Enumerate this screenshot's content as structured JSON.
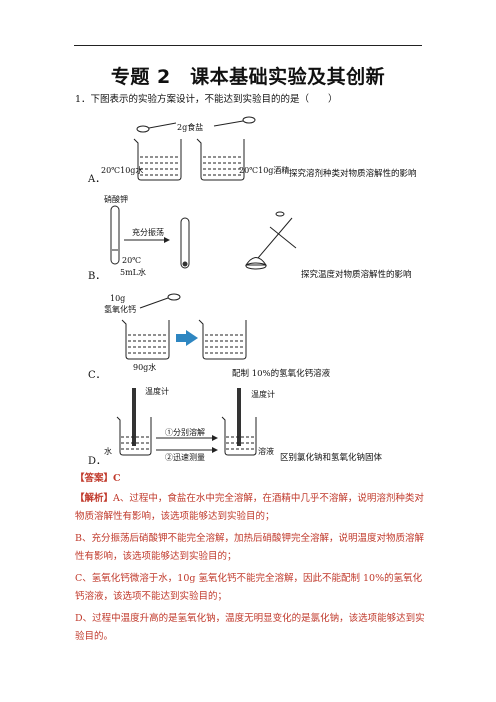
{
  "title": "专题 2　课本基础实验及其创新",
  "question": {
    "stem": "1．下图表示的实验方案设计，不能达到实验目的的是（　　）",
    "options": [
      {
        "letter": "A．",
        "caption": "探究溶剂种类对物质溶解性的影响",
        "labels": {
          "salt": "2g食盐",
          "left_beaker": "20℃10g水",
          "right_beaker": "20℃10g酒精"
        }
      },
      {
        "letter": "B．",
        "caption": "探究温度对物质溶解性的影响",
        "labels": {
          "reagent": "硝酸钾",
          "action": "充分振荡",
          "temp": "20℃",
          "water": "5mL水"
        }
      },
      {
        "letter": "C．",
        "caption": "配制 10%的氢氧化钙溶液",
        "labels": {
          "mass": "10g",
          "reagent": "氢氧化钙",
          "water": "90g水"
        }
      },
      {
        "letter": "D．",
        "caption": "区别氯化钠和氢氧化钠固体",
        "labels": {
          "thermo1": "温度计",
          "thermo2": "温度计",
          "water": "水",
          "step1": "①分别溶解",
          "step2": "②迅速测量",
          "solution": "溶液"
        }
      }
    ]
  },
  "answer": {
    "answer_line": "【答案】C",
    "analysis_head": "【解析】",
    "analysis_a": "A、过程中，食盐在水中完全溶解，在酒精中几乎不溶解，说明溶剂种类对物质溶解性有影响，该选项能够达到实验目的；",
    "analysis_b": "B、充分振荡后硝酸钾不能完全溶解，加热后硝酸钾完全溶解，说明温度对物质溶解性有影响，该选项能够达到实验目的；",
    "analysis_c": "C、氢氧化钙微溶于水，10g 氢氧化钙不能完全溶解，因此不能配制 10%的氢氧化钙溶液，该选项不能达到实验目的；",
    "analysis_d": "D、过程中温度升高的是氢氧化钠，温度无明显变化的是氯化钠，该选项能够达到实验目的。"
  },
  "colors": {
    "answer_red": "#c0392b",
    "arrow_blue": "#2e86c1"
  }
}
